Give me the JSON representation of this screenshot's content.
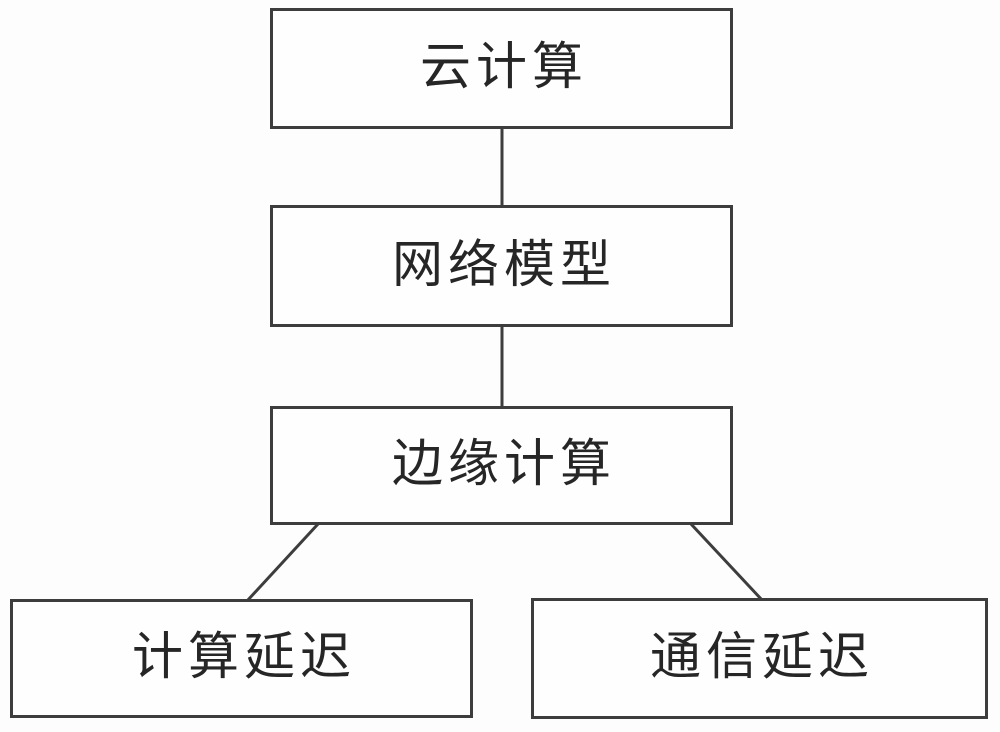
{
  "diagram": {
    "type": "flowchart",
    "nodes": [
      {
        "id": "cloud-computing",
        "label": "云计算"
      },
      {
        "id": "network-model",
        "label": "网络模型"
      },
      {
        "id": "edge-computing",
        "label": "边缘计算"
      },
      {
        "id": "compute-delay",
        "label": "计算延迟"
      },
      {
        "id": "communication-delay",
        "label": "通信延迟"
      }
    ],
    "edges": [
      {
        "from": "cloud-computing",
        "to": "network-model",
        "style": "straight-vertical"
      },
      {
        "from": "network-model",
        "to": "edge-computing",
        "style": "straight-vertical"
      },
      {
        "from": "edge-computing",
        "to": "compute-delay",
        "style": "diagonal"
      },
      {
        "from": "edge-computing",
        "to": "communication-delay",
        "style": "diagonal"
      }
    ],
    "colors": {
      "line": "#3d3d3d",
      "text": "#262626",
      "box_fill": "#fefefe",
      "background": "#fdfdfd"
    }
  }
}
